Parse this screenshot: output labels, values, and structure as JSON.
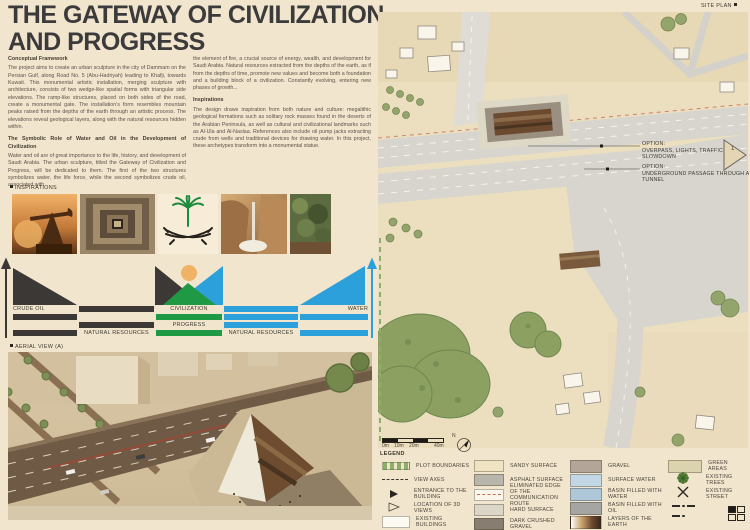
{
  "board": {
    "title_line1": "THE GATEWAY OF CIVILIZATION",
    "title_line2": "AND PROGRESS"
  },
  "text": {
    "col_a": {
      "h1": "Conceptual Framework",
      "p1": "The project aims to create an urban sculpture in the city of Dammam on the Persian Gulf, along Road No. 5 (Abu-Hadriyah) leading to Khafji, towards Kuwait. This monumental artistic installation, merging sculpture with architecture, consists of two wedge-like spatial forms with triangular side elevations. The ramp-like structures, placed on both sides of the road, create a monumental gate. The installation's form resembles mountain peaks raised from the depths of the earth through an artistic process. The elevations reveal geological layers, along with the natural resources hidden within.",
      "h2": "The Symbolic Role of Water and Oil in the Development of Civilization",
      "p2": "Water and oil are of great importance to the life, history, and development of Saudi Arabia. The urban sculpture, titled the Gateway of Civilization and Progress, will be dedicated to them. The first of the two structures symbolizes water, the life force, while the second symbolizes crude oil, associated with"
    },
    "col_b": {
      "p3": "the element of fire, a crucial source of energy, wealth, and development for Saudi Arabia. Natural resources extracted from the depths of the earth, as if from the depths of time, promote new values and become both a foundation and a building block of a civilization. Constantly evolving, entering new phases of growth...",
      "h3": "Inspirations",
      "p4": "The design draws inspiration from both nature and culture: megalithic geological formations such as solitary rock masses found in the deserts of the Arabian Peninsula, as well as cultural and civilizational landmarks such as Al-Ula and Al-Naslaa. References also include oil pump jacks extracting crude from wells and traditional devices for drawing water. In this project, these archetypes transform into a monumental statue."
    }
  },
  "sections": {
    "inspirations_label": "INSPIRATIONS",
    "aerial_label": "AERIAL VIEW (A)",
    "siteplan_label": "SITE PLAN"
  },
  "inspiration_images": [
    "oil-pump-jack",
    "stone-spiral-relief",
    "saudi-palm-and-swords-emblem",
    "desert-rock-formation",
    "palm-grove"
  ],
  "diagram": {
    "labels": {
      "crude_oil": "CRUDE OIL",
      "civilization": "CIVILIZATION",
      "water": "WATER",
      "progress": "PROGRESS",
      "natural_resources_left": "NATURAL RESOURCES",
      "natural_resources_right": "NATURAL RESOURCES"
    },
    "colors": {
      "oil": "#3b3835",
      "water": "#2ba0da",
      "progress": "#209944",
      "sun": "#efb266"
    }
  },
  "site_plan": {
    "options": [
      {
        "title": "OPTION:",
        "desc": "OVERPASS, LIGHTS, TRAFFIC SLOWDOWN"
      },
      {
        "title": "OPTION:",
        "desc": "UNDERGROUND PASSAGE THROUGH A TUNNEL"
      }
    ],
    "view_marker": "1",
    "scale_ticks": [
      "0m",
      "10m",
      "20m",
      "40m"
    ],
    "north_label": "N"
  },
  "legend": {
    "title": "LEGEND",
    "col1": [
      {
        "label": "PLOT BOUNDARIES",
        "icon": "green-dashed-line"
      },
      {
        "label": "VIEW AXES",
        "icon": "black-dashed-line"
      },
      {
        "label": "ENTRANCE TO THE BUILDING",
        "icon": "filled-triangle-right"
      },
      {
        "label": "LOCATION OF 3D VIEWS",
        "icon": "outlined-triangle-right"
      },
      {
        "label": "EXISTING BUILDINGS",
        "icon": "white-rect"
      }
    ],
    "col2": [
      {
        "label": "SANDY SURFACE",
        "color": "#f0e3c4"
      },
      {
        "label": "ASPHALT SURFACE",
        "color": "#b8b5ad"
      },
      {
        "label": "ELIMINATED EDGE OF THE COMMUNICATION ROUTE",
        "icon": "red-dashed-line"
      },
      {
        "label": "HARD SURFACE",
        "color": "#dbd6c7"
      },
      {
        "label": "DARK CRUSHED GRAVEL",
        "color": "#877e71"
      }
    ],
    "col3": [
      {
        "label": "GRAVEL",
        "color": "#b3a698"
      },
      {
        "label": "SURFACE WATER",
        "color": "#c2d6e4"
      },
      {
        "label": "BASIN FILLED WITH WATER",
        "color": "#aec8da"
      },
      {
        "label": "BASIN FILLED WITH OIL",
        "color": "#a5a5a3"
      },
      {
        "label": "LAYERS OF THE EARTH",
        "color": "white-to-dark-brown-gradient"
      }
    ],
    "col4": [
      {
        "label": "GREEN AREAS",
        "color": "#dbd2ae"
      },
      {
        "label": "EXISTING TREES",
        "icon": "tree-crown"
      },
      {
        "label": "EXISTING STREET",
        "icon": "x-mark"
      }
    ]
  },
  "palette": {
    "background": "#f2e5cd",
    "road_gray": "#d7d5cd",
    "sand": "#ecdfc0",
    "monument_brown": "#6b4a2f",
    "tree_green": "#8ca265"
  }
}
